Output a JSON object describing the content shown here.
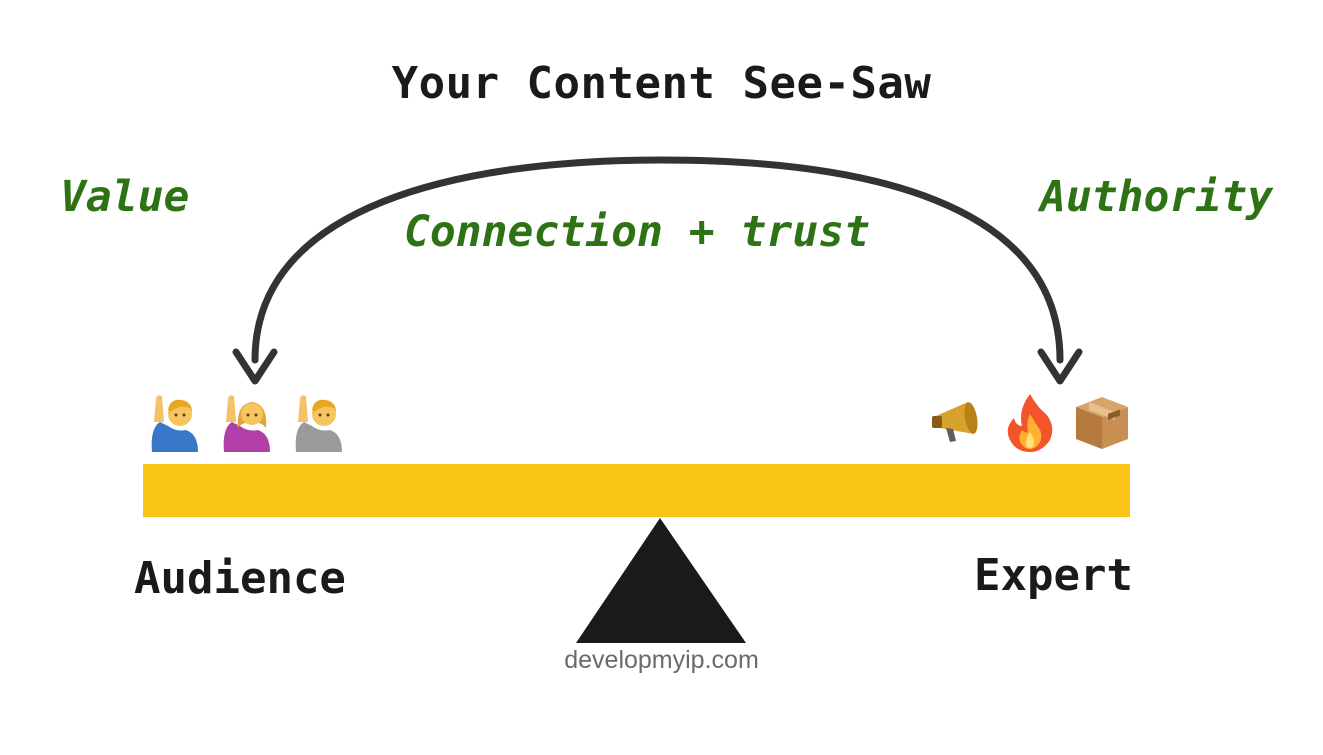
{
  "title": "Your Content See-Saw",
  "labels": {
    "value": "Value",
    "authority": "Authority",
    "connection": "Connection + trust",
    "audience": "Audience",
    "expert": "Expert"
  },
  "watermark": "developmyip.com",
  "audience_emojis": [
    "person-raising-hand-blue-icon",
    "woman-raising-hand-pink-icon",
    "person-raising-hand-gray-icon"
  ],
  "expert_emojis": [
    "megaphone-icon",
    "fire-icon",
    "package-box-icon"
  ],
  "colors": {
    "text": "#1a1a1a",
    "green": "#2e7216",
    "plank": "#f8c516",
    "fulcrum": "#1a1a1a",
    "arrow": "#333333",
    "watermark": "#6b6b6b"
  }
}
